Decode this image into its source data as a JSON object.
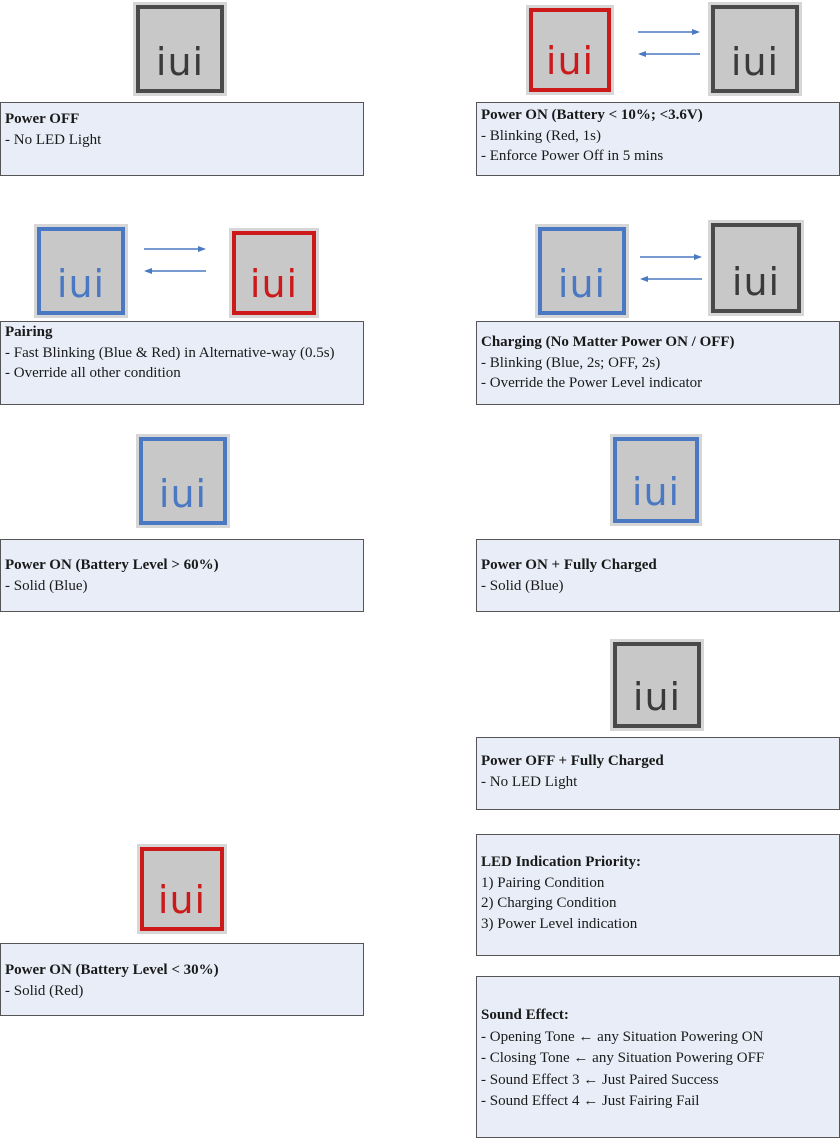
{
  "logo_text": "iui",
  "colors": {
    "gray": "#4a4a4a",
    "red": "#cc1a1a",
    "blue": "#4a78c2",
    "box_bg": "#e8edf7",
    "arrow": "#4a78c2"
  },
  "states": {
    "power_off": {
      "title": "Power OFF",
      "lines": [
        "- No LED Light"
      ]
    },
    "low_battery": {
      "title": "Power ON (Battery < 10%; <3.6V)",
      "lines": [
        "- Blinking (Red, 1s)",
        "- Enforce Power Off in 5 mins"
      ]
    },
    "pairing": {
      "title": "Pairing",
      "lines": [
        "- Fast Blinking (Blue & Red) in Alternative-way (0.5s)",
        "- Override all other condition"
      ]
    },
    "charging": {
      "title": "Charging (No Matter Power ON / OFF)",
      "lines": [
        "- Blinking (Blue, 2s; OFF, 2s)",
        "- Override the Power Level indicator"
      ]
    },
    "battery_high": {
      "title": "Power ON (Battery Level > 60%)",
      "lines": [
        "- Solid (Blue)"
      ]
    },
    "on_charged": {
      "title": "Power ON + Fully Charged",
      "lines": [
        "- Solid (Blue)"
      ]
    },
    "off_charged": {
      "title": "Power OFF + Fully Charged",
      "lines": [
        "- No LED Light"
      ]
    },
    "priority": {
      "title": "LED Indication Priority:",
      "lines": [
        "1) Pairing Condition",
        "2) Charging Condition",
        "3) Power Level indication"
      ]
    },
    "battery_low": {
      "title": "Power ON (Battery Level < 30%)",
      "lines": [
        "- Solid (Red)"
      ]
    },
    "sound": {
      "title": "Sound Effect:",
      "lines": [
        "- Opening Tone ← any Situation Powering ON",
        "- Closing Tone ← any Situation Powering OFF",
        "- Sound Effect 3 ← Just Paired Success",
        "- Sound Effect 4 ← Just Fairing Fail"
      ]
    }
  }
}
